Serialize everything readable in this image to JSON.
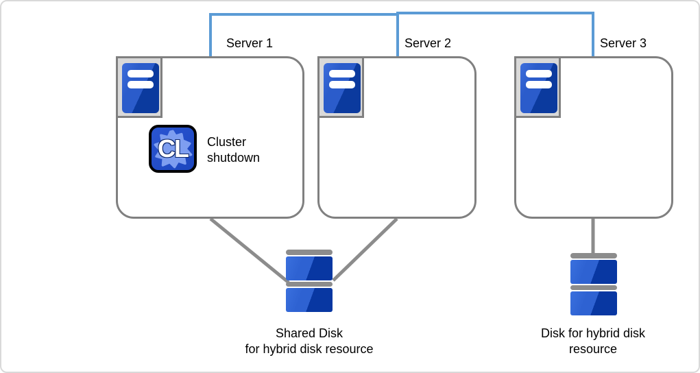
{
  "diagram": {
    "servers": [
      {
        "label": "Server 1"
      },
      {
        "label": "Server 2"
      },
      {
        "label": "Server 3"
      }
    ],
    "cluster_badge": {
      "logo_text": "CL",
      "note": "Cluster shutdown"
    },
    "disks": [
      {
        "label_lines": [
          "Shared Disk",
          "for hybrid disk resource"
        ],
        "connects": [
          "Server 1",
          "Server 2"
        ]
      },
      {
        "label_lines": [
          "Disk for hybrid disk",
          "resource"
        ],
        "connects": [
          "Server 3"
        ]
      }
    ],
    "connections": {
      "network_link": [
        "Server 1",
        "Server 2",
        "Server 3"
      ]
    },
    "icons": {
      "server": "server-tower-icon",
      "cluster_logo": "cluster-logo-icon",
      "disk": "disk-stack-icon"
    },
    "colors": {
      "network_line": "#5B9BD5",
      "box_border": "#808080",
      "wire_gray": "#8C8C8C",
      "icon_frame_bg": "#D9D9D9",
      "server_blue_light": "#2B5CCB",
      "server_blue_dark": "#0B3A9E",
      "disk_blue_light": "#2E62D2",
      "disk_blue_dark": "#0837A2",
      "cluster_badge_bg": "#2150C9",
      "cluster_badge_burst": "#7E9EF0",
      "text": "#000000"
    }
  }
}
